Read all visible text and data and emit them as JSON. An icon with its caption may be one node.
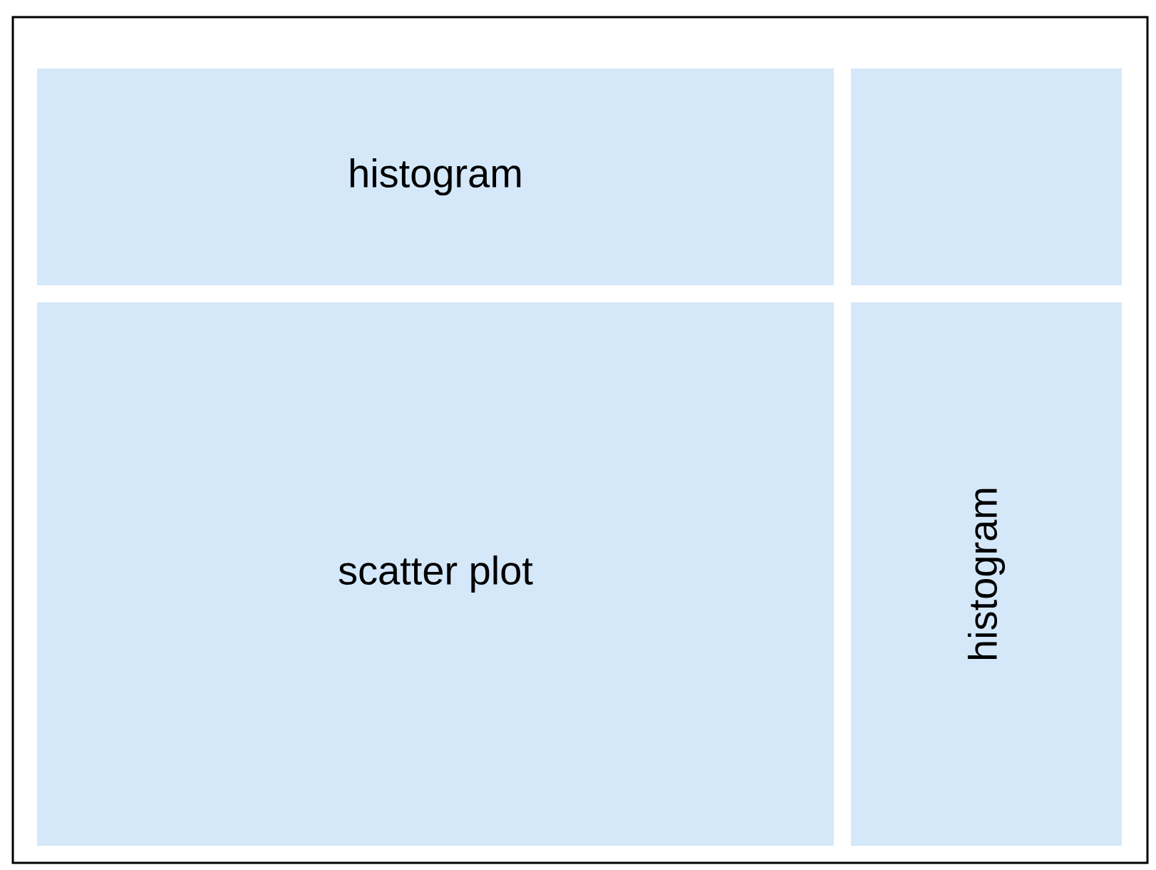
{
  "diagram": {
    "nodes": [
      {
        "text": [],
        "shape": "box"
      },
      {
        "text": [
          "histogram"
        ],
        "in": 0
      },
      {
        "text": [],
        "shape": "box",
        "in": 0
      },
      {
        "text": [
          "scatter plot"
        ],
        "in": 0
      },
      {
        "text": [
          "histogram"
        ],
        "in": 0
      }
    ]
  }
}
